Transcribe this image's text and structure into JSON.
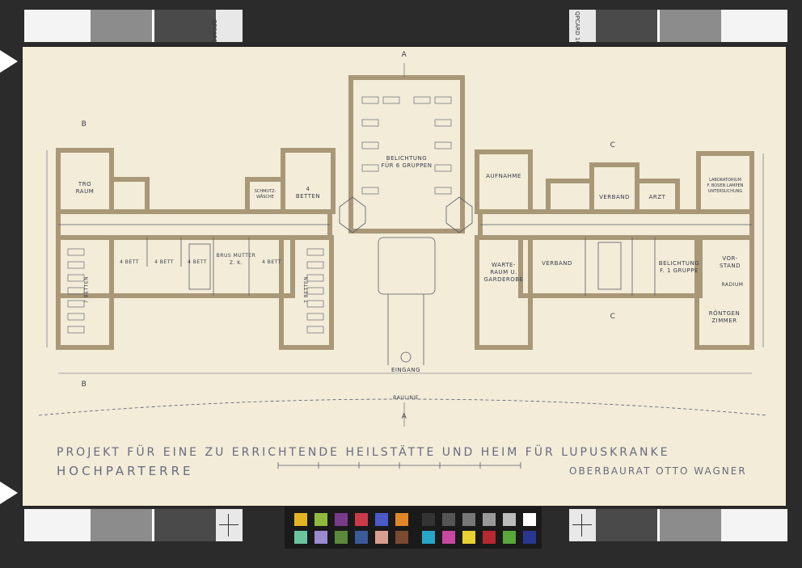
{
  "brand_marks": {
    "card_label_left": "QPCARD 10",
    "card_label_right": "QPCARD 10"
  },
  "drawing": {
    "title": "PROJEKT FÜR EINE ZU ERRICHTENDE HEILSTÄTTE UND HEIM FÜR LUPUSKRANKE",
    "subtitle": "HOCHPARTERRE",
    "author": "OBERBAURAT OTTO WAGNER",
    "rooms": {
      "tro_raum": "TRO\nRAUM",
      "belichtung_6": "BELICHTUNG\nFÜR 6 GRUPPEN",
      "aufnahme": "AUFNAHME",
      "laboratorium": "LABORATORIUM\nF. BOSEN LAMPEN\nUNTERSUCHUNG",
      "verband_top": "VERBAND",
      "arzt": "ARZT",
      "schmutzwaesche": "SCHMUTZ-\nWÄSCHE",
      "betten_4_top": "4\nBETTEN",
      "bett_4_a": "4 BETT",
      "bett_4_b": "4 BETT",
      "bett_4_c": "4 BETT",
      "brus_mutter": "BRUS MUTTER\nZ.     K.",
      "bett_4_d": "4 BETT",
      "betten_7_left": "7 BETTEN",
      "betten_7_mid": "7 BETTEN",
      "warteraum": "WARTE-\nRAUM U.\nGARDEROBE",
      "verband_mid": "VERBAND",
      "belichtung_1": "BELICHTUNG\nF. 1 GRUPPE",
      "vorstand": "VOR-\nSTAND",
      "radium": "RADIUM",
      "roentgen": "RÖNTGEN\nZIMMER",
      "eingang": "EINGANG",
      "baulinie": "BAULINIE"
    },
    "section_marks": [
      "A",
      "A",
      "B",
      "B",
      "C",
      "C"
    ]
  },
  "colors": {
    "background": "#2b2b2b",
    "paper": "#f2ecd8",
    "wall": "#a89878",
    "line": "#4a4a5a"
  },
  "color_checker": [
    "#e4b322",
    "#8fba3e",
    "#7a3a8a",
    "#cc3a4a",
    "#4a5ac8",
    "#e2862a",
    "#6ac4a2",
    "#9a8ad0",
    "#5a8a3a",
    "#3a5a9a",
    "#d8a090",
    "#7a4a32",
    "#333333",
    "#555555",
    "#777777",
    "#999999",
    "#bbbbbb",
    "#ffffff",
    "#28a6c8",
    "#c848a0",
    "#e8d030",
    "#b82830",
    "#58a83a",
    "#283890"
  ]
}
